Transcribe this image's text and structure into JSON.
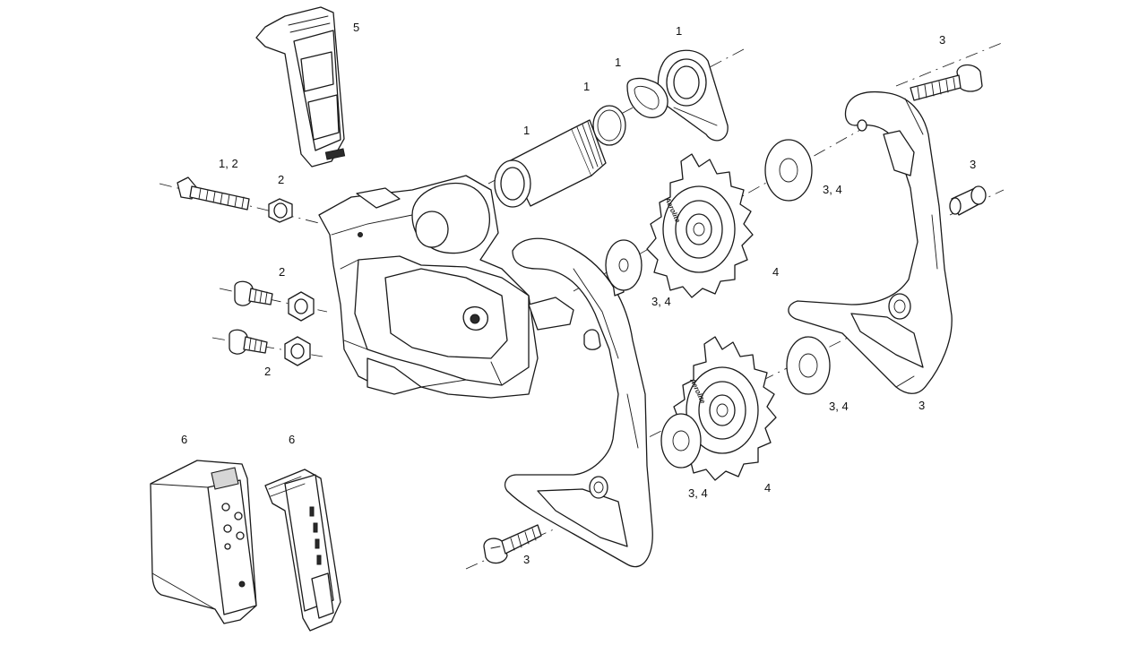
{
  "labels": {
    "l01": "5",
    "l02": "1",
    "l03": "1",
    "l04": "1",
    "l05": "1",
    "l06": "3",
    "l07": "1, 2",
    "l08": "2",
    "l09": "3",
    "l10": "3, 4",
    "l11": "2",
    "l12": "4",
    "l13": "3, 4",
    "l14": "2",
    "l15": "3, 4",
    "l16": "3",
    "l17": "6",
    "l18": "6",
    "l19": "3, 4",
    "l20": "4",
    "l21": "3"
  },
  "pulley_brand": "Aerolite",
  "colors": {
    "line": "#1a1a1a",
    "background": "#ffffff"
  }
}
